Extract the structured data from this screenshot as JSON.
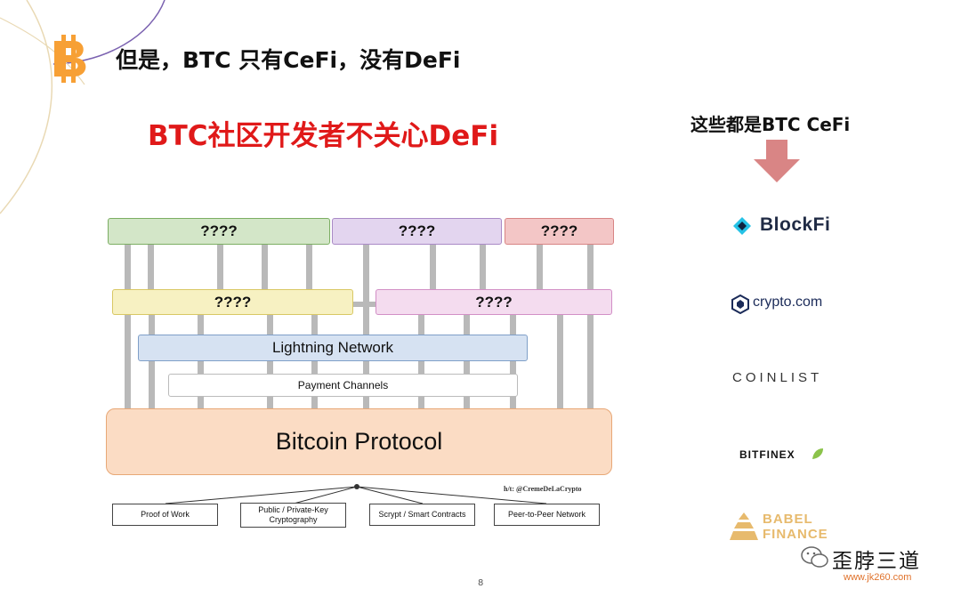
{
  "slide": {
    "title": "但是，BTC 只有CeFi，没有DeFi",
    "subtitle": "BTC社区开发者不关心DeFi",
    "page_number": "8"
  },
  "diagram": {
    "top_row": [
      "????",
      "????",
      "????"
    ],
    "middle_row": [
      "????",
      "????"
    ],
    "lightning": "Lightning Network",
    "channels": "Payment Channels",
    "protocol": "Bitcoin Protocol",
    "credit": "h/t: @CremeDeLaCrypto",
    "leaves": [
      "Proof of Work",
      "Public / Private-Key Cryptography",
      "Scrypt / Smart Contracts",
      "Peer-to-Peer Network"
    ]
  },
  "sidebar": {
    "title": "这些都是BTC CeFi",
    "logos": {
      "blockfi": "BlockFi",
      "crypto": "crypto.com",
      "coinlist": "COINLIST",
      "bitfinex": "BITFINEX",
      "babel_line1": "BABEL",
      "babel_line2": "FINANCE"
    }
  },
  "watermark": {
    "name": "歪脖三道",
    "site": "www.jk260.com"
  },
  "colors": {
    "accent_red": "#e01919",
    "bitcoin_orange": "#f7a035",
    "arrow": "#d98585"
  },
  "icons": [
    "bitcoin-icon",
    "down-arrow-icon",
    "blockfi-logo-icon",
    "crypto-com-logo-icon",
    "bitfinex-leaf-icon",
    "babel-logo-icon",
    "wechat-icon"
  ]
}
